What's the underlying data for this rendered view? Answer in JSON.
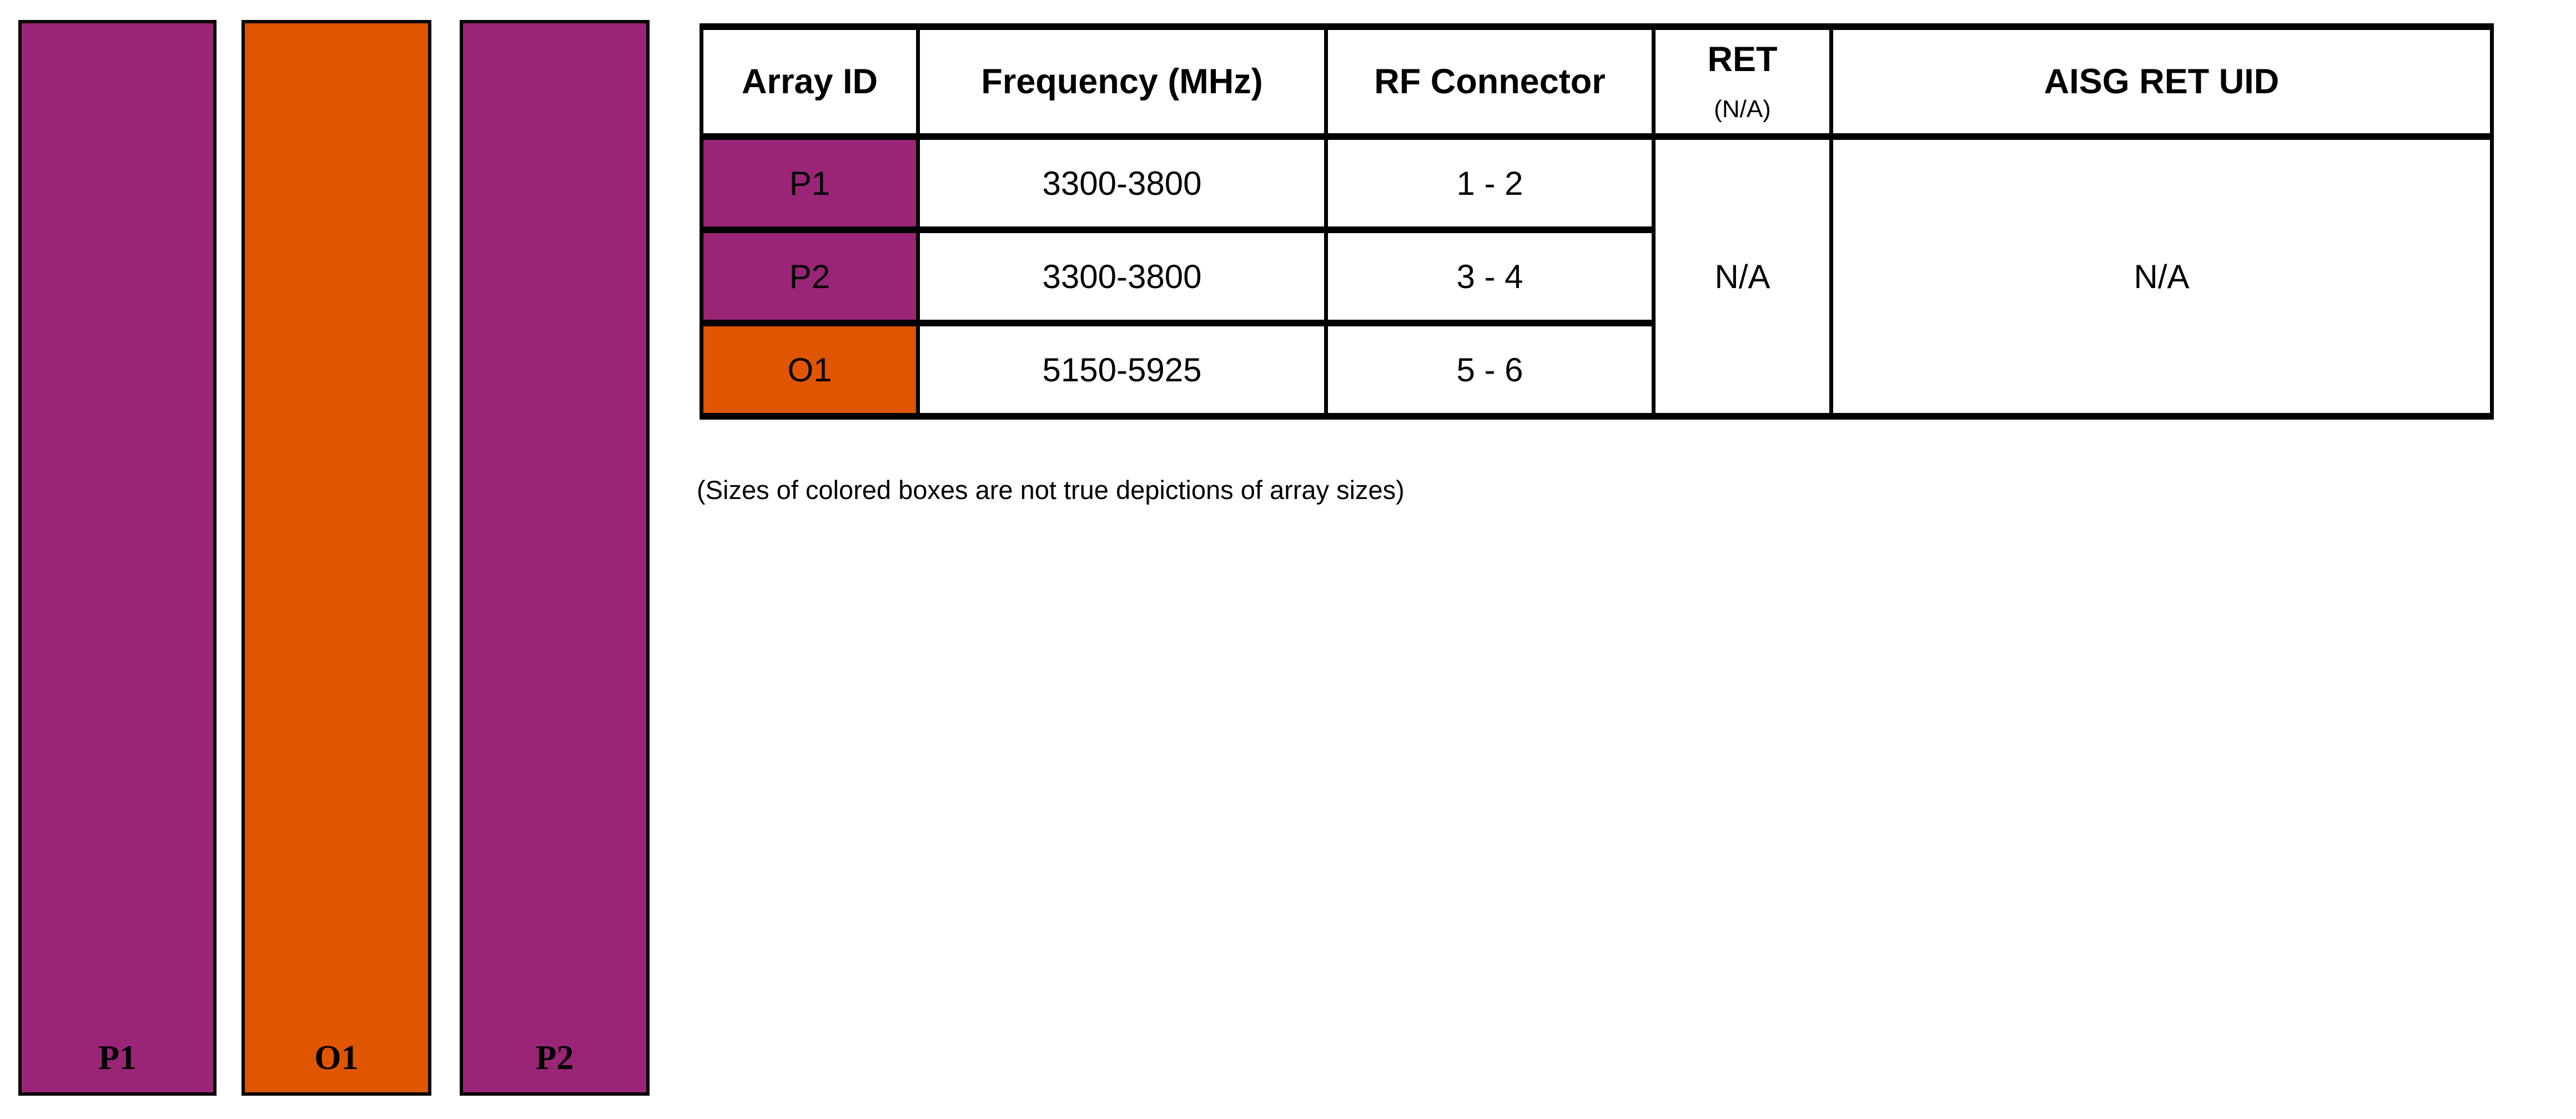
{
  "colors": {
    "purple": "#9A2577",
    "orange": "#E05500",
    "border": "#000000",
    "background": "#FFFFFF"
  },
  "arrays_panel": {
    "bars": [
      {
        "label": "P1",
        "color": "#9A2577"
      },
      {
        "label": "O1",
        "color": "#E05500"
      },
      {
        "label": "P2",
        "color": "#9A2577"
      }
    ]
  },
  "table": {
    "headers": {
      "array_id": "Array ID",
      "frequency": "Frequency (MHz)",
      "rf_connector": "RF Connector",
      "ret_line1": "RET",
      "ret_line2": "(N/A)",
      "aisg_ret_uid": "AISG RET UID"
    },
    "rows": [
      {
        "array_id": "P1",
        "color": "#9A2577",
        "frequency": "3300-3800",
        "rf_connector": "1 - 2"
      },
      {
        "array_id": "P2",
        "color": "#9A2577",
        "frequency": "3300-3800",
        "rf_connector": "3 - 4"
      },
      {
        "array_id": "O1",
        "color": "#E05500",
        "frequency": "5150-5925",
        "rf_connector": "5 - 6"
      }
    ],
    "ret_value": "N/A",
    "aisg_ret_uid_value": "N/A"
  },
  "note": "(Sizes of colored boxes are not true depictions of array sizes)"
}
